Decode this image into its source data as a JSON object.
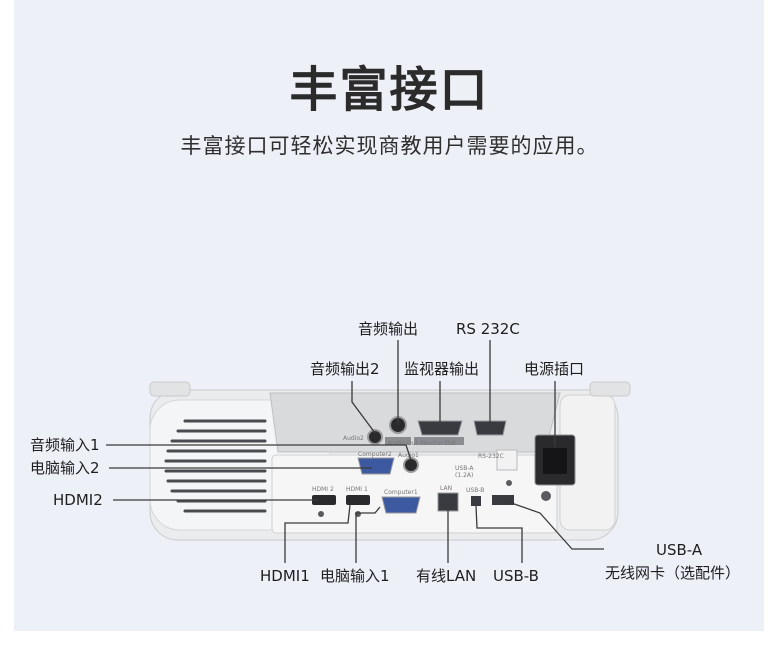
{
  "title": "丰富接口",
  "subtitle": "丰富接口可轻松实现商教用户需要的应用。",
  "labels": {
    "audio_out": "音频输出",
    "rs232c": "RS 232C",
    "audio_out2": "音频输出2",
    "monitor_out": "监视器输出",
    "power": "电源插口",
    "audio_in1": "音频输入1",
    "pc_in2": "电脑输入2",
    "hdmi2": "HDMI2",
    "hdmi1": "HDMI1",
    "pc_in1": "电脑输入1",
    "lan": "有线LAN",
    "usb_b": "USB-B",
    "usb_a": "USB-A",
    "wireless": "无线网卡（选配件）"
  },
  "projector_panel": {
    "audio2": "Audio2",
    "audio_out": "Audio Out",
    "monitor_out": "Monitor Out",
    "audio1": "Audio1",
    "computer2": "Computer2",
    "computer1": "Computer1",
    "hdmi2": "HDMI 2",
    "hdmi1": "HDMI 1",
    "lan": "LAN",
    "usb_b": "USB-B",
    "usb_a": "USB-A",
    "usb_a_current": "(1.2A)",
    "rs232c": "RS-232C"
  }
}
